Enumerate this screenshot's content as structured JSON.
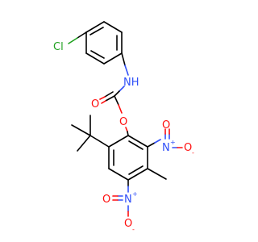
{
  "molecule": {
    "atoms": {
      "chlorine": {
        "label": "Cl",
        "color": "#1fa01f"
      },
      "amine": {
        "label": "NH",
        "color": "#3050f8"
      },
      "carbonyl_oxygen": {
        "label": "O",
        "color": "#ff0d0d"
      },
      "ester_oxygen": {
        "label": "O",
        "color": "#ff0d0d"
      },
      "nitro_upper": {
        "n": "N",
        "n_charge": "+",
        "o_single": "O",
        "o_charge": "-",
        "o_double": "O"
      },
      "nitro_lower": {
        "n": "N",
        "n_charge": "+",
        "o_single": "O",
        "o_charge": "-",
        "o_double": "O"
      }
    },
    "colors": {
      "carbon": "#000000",
      "oxygen": "#ff0d0d",
      "nitrogen": "#3050f8",
      "chlorine": "#1fa01f"
    }
  }
}
